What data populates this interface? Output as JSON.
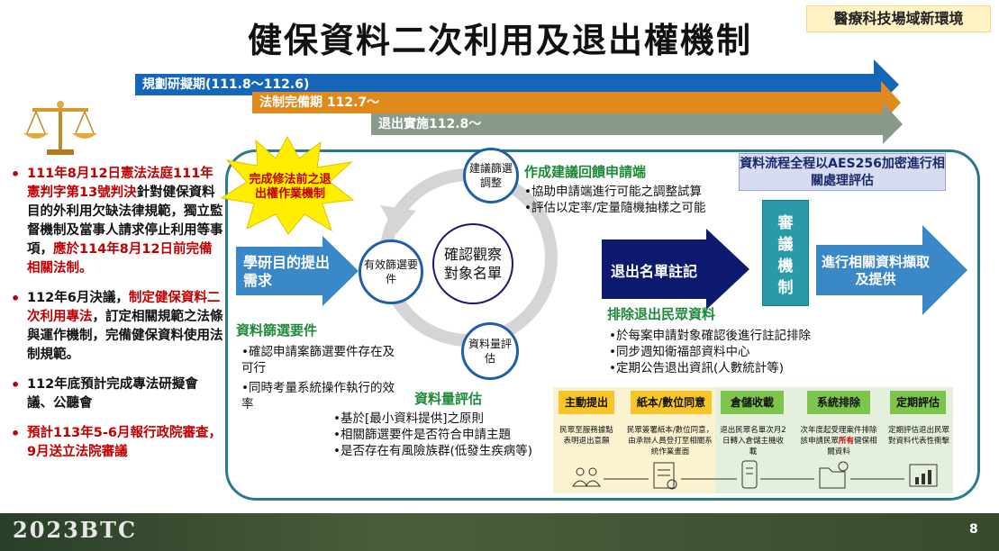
{
  "title": "健保資料二次利用及退出權機制",
  "env_badge": "醫療科技場域新環境",
  "timeline": {
    "planning": "規劃研擬期(111.8～112.6)",
    "legal": "法制完備期 112.7～",
    "exit": "退出實施112.8～"
  },
  "left_points": [
    {
      "parts": [
        "111年8月12日憲法法庭111年憲判字第13號判決"
      ],
      "mid": "針對健保資料目的外利用欠缺法律規範，獨立監督機制及當事人請求停止利用等事項，",
      "end": "應於114年8月12日前完備相關法制。"
    },
    {
      "a": "112年6月決議，",
      "b": "制定健保資料二次利用專法",
      "c": "，訂定相關規範之法條與運作機制，完備健保資料使用法制規範。"
    },
    {
      "text": "112年底預計完成專法研擬會議、公聽會"
    },
    {
      "text": "預計113年5-6月報行政院審查，9月送立法院審議"
    }
  ],
  "starburst": "完成修法前之退出權作業機制",
  "aes_box": "資料流程全程以AES256加密進行相關處理評估",
  "research_arrow": "學研目的提出需求",
  "center_circle": "確認觀察對象名單",
  "circles": {
    "adjust": "建議篩選調整",
    "valid": "有效篩選要件",
    "volume": "資料量評估"
  },
  "feedback": {
    "header": "作成建議回饋申請端",
    "items": [
      "•協助申請端進行可能之調整試算",
      "•評估以定率/定量隨機抽樣之可能"
    ]
  },
  "screening": {
    "header": "資料篩選要件",
    "items": [
      "•確認申請案篩選要件存在及可行",
      "•同時考量系統操作執行的效率"
    ]
  },
  "volume_eval": {
    "header": "資料量評估",
    "items": [
      "•基於[最小資料提供]之原則",
      "•相關篩選要件是否符合申請主題",
      "•是否存在有風險族群(低發生疾病等)"
    ]
  },
  "exit_list": "退出名單註記",
  "review": "審議機制",
  "provide": "進行相關資料擷取及提供",
  "exclude": {
    "header": "排除退出民眾資料",
    "items": [
      "•於每案申請對象確認後進行註記排除",
      "•同步週知衛福部資料中心",
      "•定期公告退出資訊(人數統計等)"
    ]
  },
  "steps": [
    {
      "label": "主動提出",
      "desc": "民眾至服務據點表明退出意願"
    },
    {
      "label": "紙本/數位同意",
      "desc": "民眾簽署紙本/數位同意，由承辦人員登打至相關系統作業畫面"
    },
    {
      "label": "倉儲收載",
      "desc": "退出民眾名單次月2日轉入倉儲主機收載"
    },
    {
      "label": "系統排除",
      "desc_a": "次年度起受理案件排除該申請民眾",
      "desc_b": "所有",
      "desc_c": "健保相關資料"
    },
    {
      "label": "定期評估",
      "desc": "定期評估退出民眾對資料代表性衝擊"
    }
  ],
  "footer_brand": "2023BTC",
  "page_number": "8",
  "colors": {
    "blue_arrow": "#1565b8",
    "orange_arrow": "#e08a1e",
    "gray_arrow": "#8a9a8a",
    "accent_red": "#c00000",
    "green_header": "#1e8a3a",
    "teal_box": "#2a9aa8",
    "navy_arrow": "#0e1a6e"
  }
}
